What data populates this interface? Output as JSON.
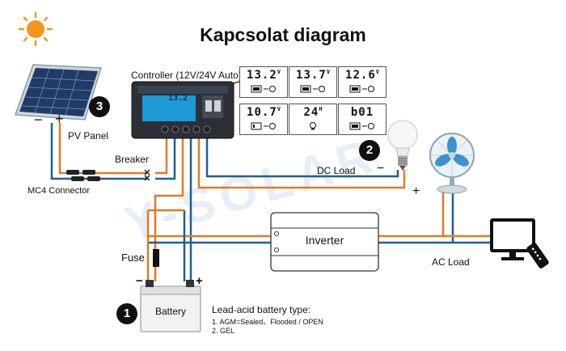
{
  "title": "Kapcsolat diagram",
  "watermark": "Y-SOLAR",
  "controller_label": "Controller (12V/24V Auto)",
  "controller_screen_reading": "13.2",
  "pv_panel_label": "PV Panel",
  "pv_minus": "−",
  "pv_plus": "+",
  "breaker_label": "Breaker",
  "mc4_label": "MC4 Connector",
  "dc_load_label": "DC Load",
  "dc_minus": "−",
  "dc_plus": "+",
  "inverter_label": "Inverter",
  "ac_load_label": "AC Load",
  "fuse_label": "Fuse",
  "battery_label": "Battery",
  "battery_minus": "−",
  "battery_plus": "+",
  "battery_note": {
    "heading": "Lead-acid battery type:",
    "line1": "1. AGM=Sealed、Flooded / OPEN",
    "line2": "2. GEL"
  },
  "badges": {
    "battery": "1",
    "dc_load": "2",
    "pv": "3"
  },
  "displays": [
    {
      "value": "13.2",
      "unit": "V"
    },
    {
      "value": "13.7",
      "unit": "V"
    },
    {
      "value": "12.6",
      "unit": "V"
    },
    {
      "value": "10.7",
      "unit": "V"
    },
    {
      "value": "24",
      "unit": "H"
    },
    {
      "value": "b01",
      "unit": ""
    }
  ],
  "colors": {
    "positive_wire": "#e07b27",
    "negative_wire": "#1f5f96",
    "ac_wire_gray": "#9a9a9a",
    "sun": "#f3941f",
    "title": "#111111"
  },
  "icons": [
    "sun-icon",
    "solar-panel-icon",
    "controller-icon",
    "light-bulb-icon",
    "fan-icon",
    "tv-icon",
    "remote-icon",
    "inverter-icon",
    "battery-icon",
    "fuse-icon",
    "breaker-switch-icon",
    "mc4-connector-icon"
  ]
}
